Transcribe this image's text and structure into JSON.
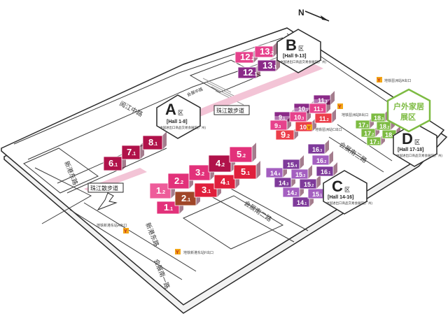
{
  "compass": {
    "letter": "N"
  },
  "colors": {
    "ground": "#ffffff",
    "outline": "#2a2a2a",
    "zone_a_dark": "#b0124a",
    "zone_a": "#e2317a",
    "zone_a_light": "#ee5c9a",
    "zone_a_brown": "#a04628",
    "zone_a_red": "#e01f3c",
    "zone_b_purple": "#8a2a88",
    "zone_b_pink": "#e6428c",
    "zone_b_red": "#ec3e4a",
    "zone_c_purple": "#7e3a9a",
    "zone_c_violet": "#a45fc0",
    "zone_d_green": "#7dbb42"
  },
  "roads": {
    "north": "阅江中路",
    "west": "新港东路",
    "south": "新港东路",
    "bottom": "会展南一路",
    "middle": "会展南二路",
    "right": "会展南三路",
    "inner": "会展中路"
  },
  "walkways": {
    "upper": "珠江散步道",
    "lower": "珠江散步道"
  },
  "metro": [
    {
      "label": "地铁琶洲站A出口"
    },
    {
      "label": "地铁琶洲站B出口"
    },
    {
      "label": "地铁琶洲站C出口"
    },
    {
      "label": "地铁新港东站A出口"
    },
    {
      "label": "地铁新港东站F出口"
    }
  ],
  "zones": {
    "A": {
      "letter": "A",
      "suffix": "区",
      "halls": "[Hall 1-8]",
      "venue": "中国进出口商品交易会展馆(广州)"
    },
    "B": {
      "letter": "B",
      "suffix": "区",
      "halls": "[Hall 9-13]",
      "venue": "中国进出口商品交易会展馆(广州)"
    },
    "C": {
      "letter": "C",
      "suffix": "区",
      "halls": "[Hall 14-16]",
      "venue": "中国进出口商品交易会展馆(广州)"
    },
    "D": {
      "letter": "D",
      "suffix": "区",
      "halls": "[Hall 17-18]",
      "venue": "中国进出口商品交易会展馆(广州)",
      "badge_line1": "户外家居",
      "badge_line2": "展区"
    }
  },
  "halls": {
    "h6_1": {
      "num": "6",
      "sub": ".1"
    },
    "h7_1": {
      "num": "7",
      "sub": ".1"
    },
    "h8_1": {
      "num": "8",
      "sub": ".1"
    },
    "h1_1": {
      "num": "1",
      "sub": ".1"
    },
    "h1_2": {
      "num": "1",
      "sub": ".2"
    },
    "h2_1": {
      "num": "2",
      "sub": ".1"
    },
    "h2_2": {
      "num": "2",
      "sub": ".2"
    },
    "h3_1": {
      "num": "3",
      "sub": ".1"
    },
    "h3_2": {
      "num": "3",
      "sub": ".2"
    },
    "h4_1": {
      "num": "4",
      "sub": ".1"
    },
    "h4_2": {
      "num": "4",
      "sub": ".2"
    },
    "h5_1": {
      "num": "5",
      "sub": ".1"
    },
    "h5_2": {
      "num": "5",
      "sub": ".2"
    },
    "h9_1": {
      "num": "9",
      "sub": ".1"
    },
    "h9_2": {
      "num": "9",
      "sub": ".2"
    },
    "h9_3": {
      "num": "9",
      "sub": ".3"
    },
    "h10_1": {
      "num": "10",
      "sub": ".1"
    },
    "h10_2": {
      "num": "10",
      "sub": ".2"
    },
    "h10_3": {
      "num": "10",
      "sub": ".3"
    },
    "h11_1": {
      "num": "11",
      "sub": ".1"
    },
    "h11_2": {
      "num": "11",
      "sub": ".2"
    },
    "h11_3": {
      "num": "11",
      "sub": ".3"
    },
    "h12_1": {
      "num": "12",
      "sub": ".1"
    },
    "h12_2": {
      "num": "12",
      "sub": ".2"
    },
    "h13_1": {
      "num": "13",
      "sub": ".1"
    },
    "h13_2": {
      "num": "13",
      "sub": ".2"
    },
    "h14_1": {
      "num": "14",
      "sub": ".1"
    },
    "h14_2": {
      "num": "14",
      "sub": ".2"
    },
    "h14_3": {
      "num": "14",
      "sub": ".3"
    },
    "h14_4": {
      "num": "14",
      "sub": ".4"
    },
    "h15_1": {
      "num": "15",
      "sub": ".1"
    },
    "h15_2": {
      "num": "15",
      "sub": ".2"
    },
    "h15_3": {
      "num": "15",
      "sub": ".3"
    },
    "h15_4": {
      "num": "15",
      "sub": ".4"
    },
    "h16_1": {
      "num": "16",
      "sub": ".1"
    },
    "h16_2": {
      "num": "16",
      "sub": ".2"
    },
    "h16_3": {
      "num": "16",
      "sub": ".3"
    },
    "h17_1": {
      "num": "17",
      "sub": ".1"
    },
    "h17_2": {
      "num": "17",
      "sub": ".2"
    },
    "h17_3": {
      "num": "17",
      "sub": ".3"
    },
    "h18_1": {
      "num": "18",
      "sub": ".1"
    },
    "h18_2": {
      "num": "18",
      "sub": ".2"
    },
    "h18_3": {
      "num": "18",
      "sub": ".3"
    }
  }
}
